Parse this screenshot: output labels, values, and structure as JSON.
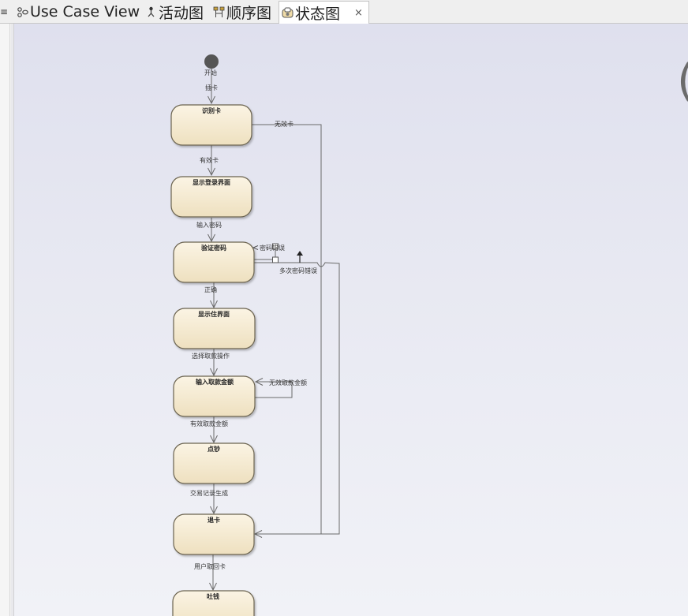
{
  "tabs": [
    {
      "id": "usecase",
      "label": "Use Case View",
      "icon": "use-case-view-icon",
      "active": false
    },
    {
      "id": "activity",
      "label": "活动图",
      "icon": "activity-diagram-icon",
      "active": false
    },
    {
      "id": "sequence",
      "label": "顺序图",
      "icon": "sequence-diagram-icon",
      "active": false
    },
    {
      "id": "state",
      "label": "状态图",
      "icon": "state-diagram-icon",
      "active": true,
      "close": "×"
    }
  ],
  "menu_glyph": "≡",
  "edge_glyph": "(",
  "colors": {
    "state_fill_top": "#fbf4e4",
    "state_fill_bottom": "#eee0bf",
    "state_stroke": "#6b6350",
    "connector": "#6a6a6a",
    "initial": "#555555"
  },
  "diagram": {
    "initial": {
      "label": "开始"
    },
    "states": [
      {
        "id": "read_card",
        "name": "识别卡"
      },
      {
        "id": "login_screen",
        "name": "显示登录界面"
      },
      {
        "id": "verify_pwd",
        "name": "验证密码"
      },
      {
        "id": "main_screen",
        "name": "显示住界面"
      },
      {
        "id": "enter_amount",
        "name": "输入取款金额"
      },
      {
        "id": "count_cash",
        "name": "点钞"
      },
      {
        "id": "eject_card",
        "name": "退卡"
      },
      {
        "id": "dispense",
        "name": "吐钱"
      }
    ],
    "transitions": [
      {
        "id": "t_insert",
        "label": "插卡"
      },
      {
        "id": "t_valid",
        "label": "有效卡"
      },
      {
        "id": "t_invalid",
        "label": "无效卡"
      },
      {
        "id": "t_input_pwd",
        "label": "输入密码"
      },
      {
        "id": "t_pwd_wrong",
        "label": "密码错误"
      },
      {
        "id": "t_pwd_multi",
        "label": "多次密码错误"
      },
      {
        "id": "t_correct",
        "label": "正确"
      },
      {
        "id": "t_choose",
        "label": "选择取款操作"
      },
      {
        "id": "t_invalid_amount",
        "label": "无效取款金额"
      },
      {
        "id": "t_valid_amount",
        "label": "有效取款金额"
      },
      {
        "id": "t_record",
        "label": "交易记录生成"
      },
      {
        "id": "t_take_card",
        "label": "用户取回卡"
      }
    ]
  }
}
